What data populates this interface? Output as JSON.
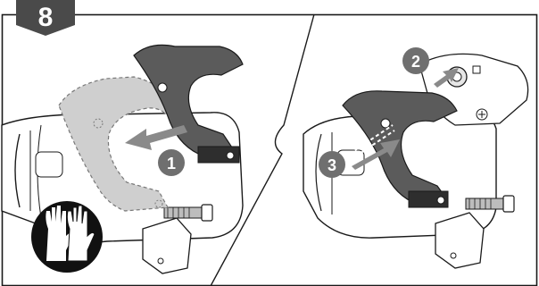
{
  "step": {
    "number": "8"
  },
  "callouts": [
    {
      "label": "1"
    },
    {
      "label": "2"
    },
    {
      "label": "3"
    }
  ],
  "icons": {
    "ppe": "protective-gloves-icon"
  },
  "colors": {
    "badge": "#4a4a4a",
    "frame": "#1a1a1a",
    "part_dark": "#5b5b5b",
    "ghost_part": "#cfcfcf",
    "arrow": "#8a8a8a",
    "callout_circle": "#6f6f6f",
    "glove_circle": "#111111"
  }
}
